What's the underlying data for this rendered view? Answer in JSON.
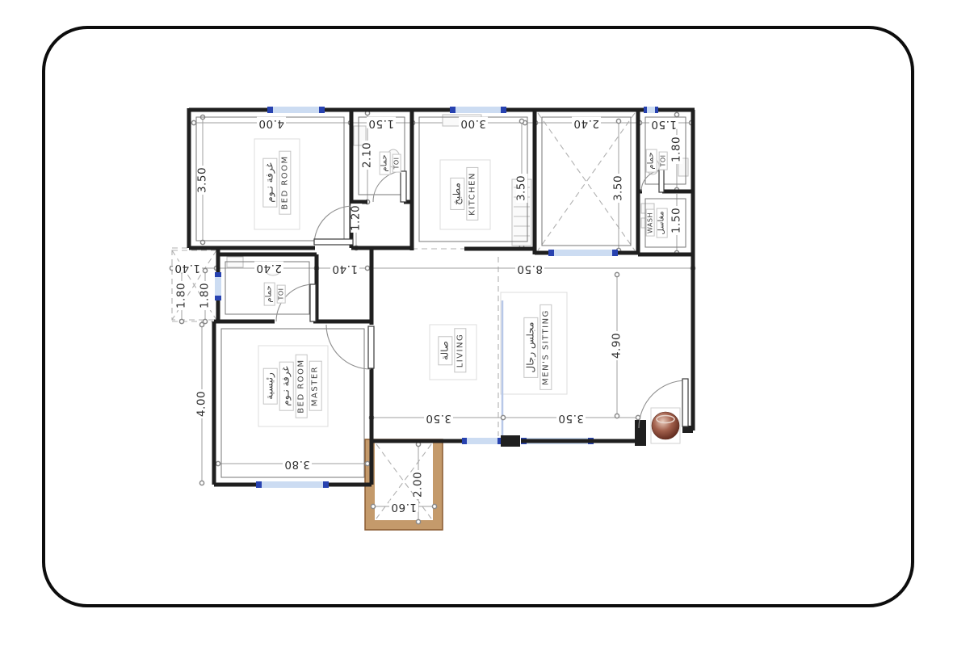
{
  "drawing": {
    "type": "architectural-floor-plan",
    "orientation": "rotated-180",
    "colors": {
      "wall": "#1f1f1f",
      "window_glass": "#ccdcf2",
      "window_frame": "#2742b0",
      "dimension_line": "#9f9f9f",
      "dashed_line": "#b0b0b0",
      "porch_wall": "#c49a6b",
      "porch_wall_edge": "#8a5a30",
      "pot": "#8a4a3a"
    }
  },
  "rooms": {
    "bedroom": {
      "ar": "غرفة نـوم",
      "en": "BED ROOM"
    },
    "kitchen": {
      "ar": "مطبخ",
      "en": "KITCHEN"
    },
    "living": {
      "ar": "صالة",
      "en": "LIVING"
    },
    "mens_sitting": {
      "ar": "مجلس رجال",
      "en": "MEN'S SITTING"
    },
    "master": {
      "ar1": "رئيسية",
      "ar2": "غرفة نـوم",
      "en1": "BED ROOM",
      "en2": "MASTER"
    },
    "toilet_top": {
      "ar": "حمام",
      "en": "TOI"
    },
    "toilet_left": {
      "ar": "حمام",
      "en": "TOI"
    },
    "toilet_right": {
      "ar": "حمام",
      "en": "TOI"
    },
    "wash": {
      "en": "WASH",
      "ar": "مغاسل"
    }
  },
  "dims": {
    "h": [
      {
        "label": "4.00"
      },
      {
        "label": "1.50"
      },
      {
        "label": "3.00"
      },
      {
        "label": "2.40"
      },
      {
        "label": "1.50"
      },
      {
        "label": "8.50"
      },
      {
        "label": "1.40"
      },
      {
        "label": "2.40"
      },
      {
        "label": "1.40"
      },
      {
        "label": "3.80"
      },
      {
        "label": "3.50"
      },
      {
        "label": "3.50"
      },
      {
        "label": "1.60"
      }
    ],
    "v": [
      {
        "label": "3.50"
      },
      {
        "label": "2.10"
      },
      {
        "label": "1.20"
      },
      {
        "label": "3.50"
      },
      {
        "label": "3.50"
      },
      {
        "label": "1.80"
      },
      {
        "label": "1.50"
      },
      {
        "label": "1.80"
      },
      {
        "label": "1.80"
      },
      {
        "label": "4.00"
      },
      {
        "label": "4.90"
      },
      {
        "label": "2.00"
      }
    ]
  }
}
